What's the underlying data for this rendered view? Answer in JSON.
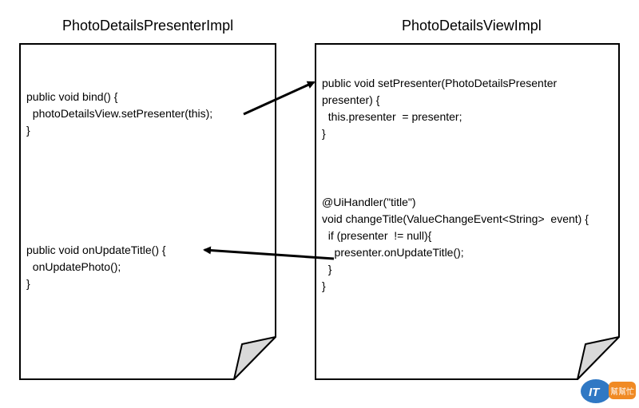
{
  "left_doc": {
    "title": "PhotoDetailsPresenterImpl",
    "bind_code": "public void bind() {\n  photoDetailsView.setPresenter(this);\n}",
    "update_code": "public void onUpdateTitle() {\n  onUpdatePhoto();\n}"
  },
  "right_doc": {
    "title": "PhotoDetailsViewImpl",
    "set_presenter_code": "public void setPresenter(PhotoDetailsPresenter\npresenter) {\n  this.presenter  = presenter;\n}",
    "handler_code": "@UiHandler(\"title\")\nvoid changeTitle(ValueChangeEvent<String>  event) {\n  if (presenter  != null){\n    presenter.onUpdateTitle();\n  }\n}"
  },
  "logo": {
    "text_it": "IT",
    "text_cn": "幫幫忙"
  },
  "colors": {
    "page_fill": "#ffffff",
    "fold_fill": "#d9d9d9",
    "outline": "#000000",
    "logo_blue": "#2f78c4",
    "logo_orange": "#f08a24"
  }
}
